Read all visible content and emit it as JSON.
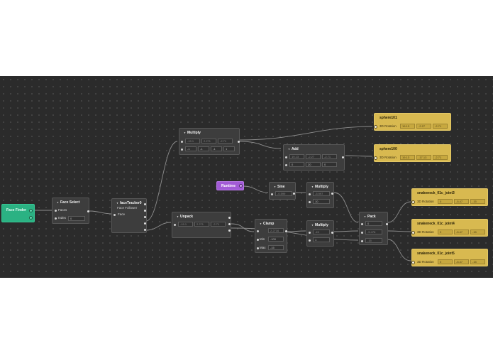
{
  "nodes": {
    "face_finder": {
      "title": "Face Finder"
    },
    "face_select": {
      "title": "Face Select",
      "faces_label": "Faces",
      "index_label": "Index",
      "index_value": "0"
    },
    "face_tracker": {
      "title": "faceTracker0",
      "subtitle": "Face Follower",
      "face_label": "Face"
    },
    "multiply_top": {
      "title": "Multiply",
      "row1": [
        "-19.1",
        "2.271",
        "-2.71"
      ],
      "row2": [
        "-1",
        "-1",
        "-1",
        "1"
      ]
    },
    "add": {
      "title": "Add",
      "row1": [
        "19.13",
        "-2.27",
        "-2.71"
      ],
      "row2": [
        "0",
        "20",
        "0"
      ]
    },
    "sphere101": {
      "title": "sphere101",
      "prop": "3D Rotation",
      "values": [
        "19.13",
        "-2.27",
        "-2.71"
      ]
    },
    "sphere100": {
      "title": "sphere100",
      "prop": "3D Rotation",
      "values": [
        "19.13",
        "-17.13",
        "-2.71"
      ]
    },
    "runtime": {
      "title": "Runtime"
    },
    "sine": {
      "title": "Sine",
      "value": "-0.599"
    },
    "multiply_mid": {
      "title": "Multiply",
      "value1": "-5.997",
      "value2": "10"
    },
    "unpack": {
      "title": "Unpack",
      "values": [
        "-19.1",
        "2.271",
        "-2.71"
      ]
    },
    "clamp": {
      "title": "Clamp",
      "value": "2.2716",
      "min_label": "Min",
      "min_value": "-100",
      "max_label": "Max",
      "max_value": "-15"
    },
    "multiply_low": {
      "title": "Multiply",
      "value1": "-15",
      "value2": "1"
    },
    "pack": {
      "title": "Pack",
      "values": [
        "0",
        "-5.476",
        "-15"
      ]
    },
    "joint3": {
      "title": "snakeneck_01c_joint3",
      "prop": "3D Rotation",
      "values": [
        "0",
        "-5.47",
        "-15"
      ]
    },
    "joint4": {
      "title": "snakeneck_01c_joint4",
      "prop": "3D Rotation",
      "values": [
        "0",
        "-5.47",
        "-15"
      ]
    },
    "joint5": {
      "title": "snakeneck_01c_joint5",
      "prop": "3D Rotation",
      "values": [
        "0",
        "-5.47",
        "-15"
      ]
    }
  },
  "colors": {
    "canvas": "#2b2b2b",
    "node": "#3d3d3d",
    "output_node": "#d8b950",
    "face_finder": "#2bb283",
    "runtime": "#a25bd6"
  }
}
